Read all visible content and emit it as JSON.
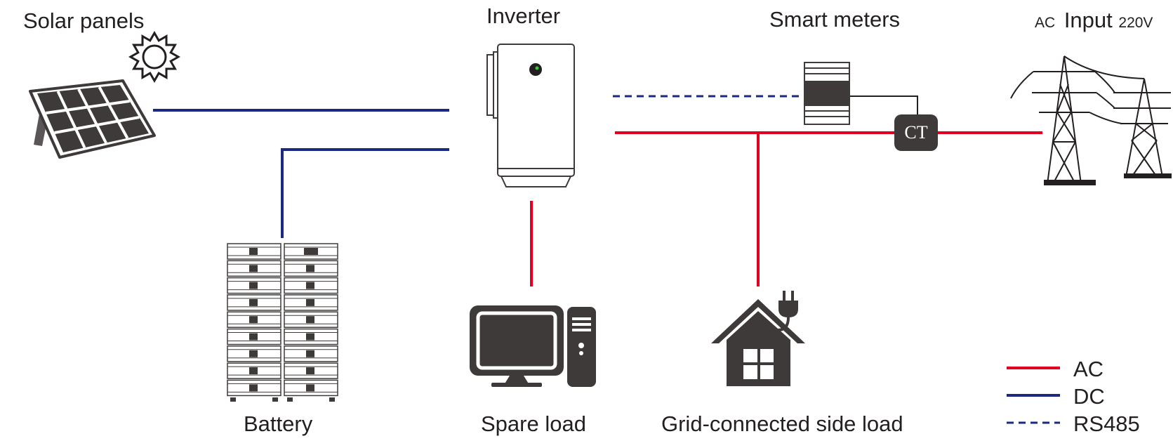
{
  "labels": {
    "solar_panels": "Solar panels",
    "inverter": "Inverter",
    "smart_meters": "Smart meters",
    "ac_prefix": "AC",
    "input": "Input",
    "voltage": "220V",
    "battery": "Battery",
    "spare_load": "Spare load",
    "grid_side_load": "Grid-connected side load",
    "ct": "CT"
  },
  "legend": [
    {
      "label": "AC",
      "color": "#e1001f",
      "style": "solid"
    },
    {
      "label": "DC",
      "color": "#1b2a80",
      "style": "solid"
    },
    {
      "label": "RS485",
      "color": "#1b2a80",
      "style": "dashed"
    }
  ],
  "colors": {
    "ac": "#e1001f",
    "dc": "#1b2a80",
    "icon": "#3e3a39",
    "text": "#231f20"
  },
  "icons": [
    "sun-icon",
    "solar-panel-icon",
    "inverter-icon",
    "smart-meter-icon",
    "ct-sensor-icon",
    "transmission-tower-icon",
    "battery-rack-icon",
    "computer-icon",
    "house-icon",
    "plug-icon"
  ]
}
